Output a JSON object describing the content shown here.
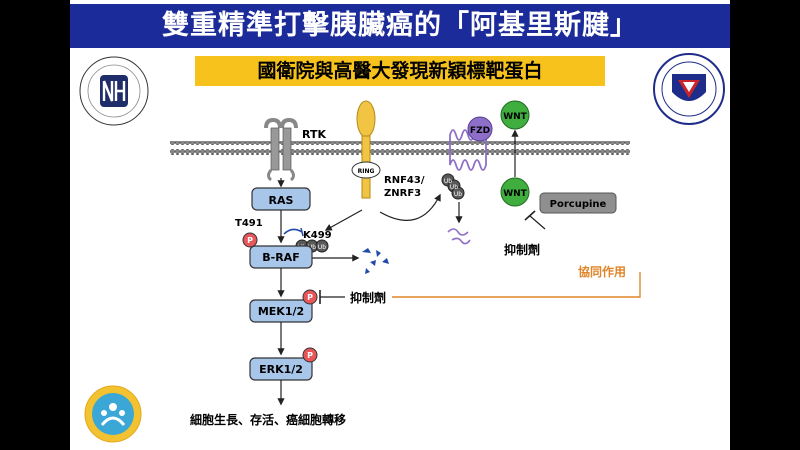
{
  "title": "雙重精準打擊胰臟癌的「阿基里斯腱」",
  "subtitle": "國衛院與高醫大發現新穎標靶蛋白",
  "colors": {
    "title_bg": "#1c2b9a",
    "subtitle_bg": "#f6c21b",
    "box_blue": "#a8c6ea",
    "wnt_green": "#3fae3f",
    "fzd_purple": "#8e6fc7",
    "phospho_red": "#e9565a",
    "ubiquitin_gray": "#5a5a5a",
    "synergy_orange": "#e0852a"
  },
  "nodes": {
    "rtk": "RTK",
    "ras": "RAS",
    "braf": "B-RAF",
    "mek": "MEK1/2",
    "erk": "ERK1/2",
    "rnf43_line1": "RNF43/",
    "rnf43_line2": "ZNRF3",
    "ring": "RING",
    "fzd": "FZD",
    "wnt_top": "WNT",
    "wnt_mid": "WNT",
    "porcupine": "Porcupine"
  },
  "labels": {
    "t491": "T491",
    "k499": "K499",
    "phospho": "P",
    "ub": "Ub",
    "inhibitor_1": "抑制劑",
    "inhibitor_2": "抑制劑",
    "synergy": "協同作用",
    "outcome": "細胞生長、存活、癌細胞轉移"
  },
  "icons": {
    "nhri_logo": "nhri-logo",
    "kmu_logo": "kmu-logo",
    "mohw_logo": "mohw-logo"
  }
}
